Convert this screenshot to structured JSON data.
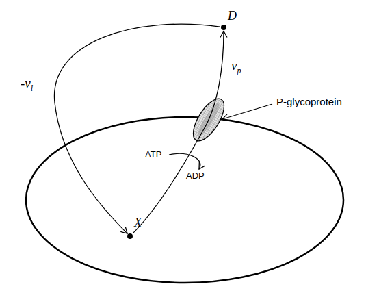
{
  "diagram": {
    "nodes": [
      {
        "text": [
          "D"
        ]
      },
      {
        "text": [
          "X"
        ]
      }
    ],
    "edges": [
      {
        "from": 1,
        "to": 0,
        "label": "νp",
        "arrow": "to"
      },
      {
        "from": 0,
        "to": 1,
        "label": "-νl",
        "arrow": "to"
      }
    ],
    "labels": [
      "ATP",
      "ADP",
      "P-glycoprotein"
    ]
  }
}
